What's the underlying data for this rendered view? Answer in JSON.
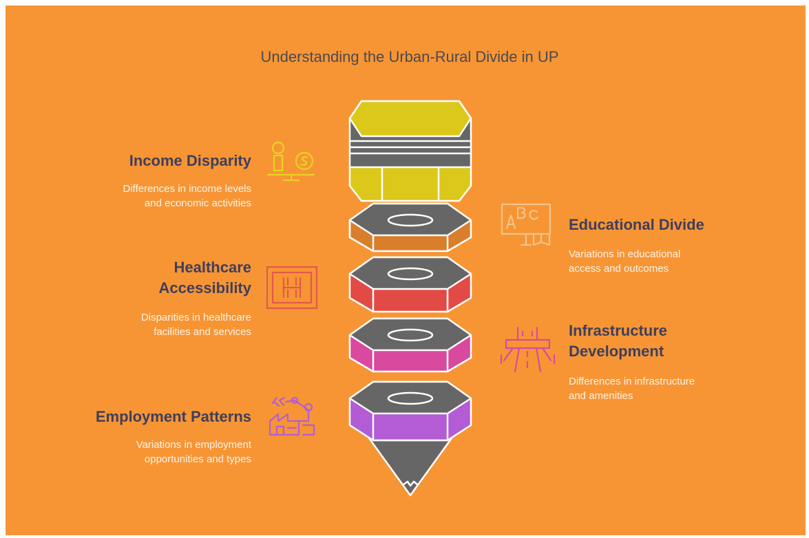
{
  "title": "Understanding the Urban-Rural Divide in UP",
  "colors": {
    "background": "#F79535",
    "heading": "#3F3E5C",
    "description": "#FFF3E6",
    "title": "#4A4A50",
    "segment_top": "#666666",
    "outline": "#FFFFFF"
  },
  "items": [
    {
      "id": "income",
      "heading": "Income Disparity",
      "lines": [
        "Differences in income levels",
        "and economic activities"
      ],
      "color": "#DCC81A",
      "icon": "balance-scale-money-icon"
    },
    {
      "id": "education",
      "heading": "Educational Divide",
      "lines": [
        "Variations in educational",
        "access and outcomes"
      ],
      "color": "#D97E2B",
      "icon": "abc-book-icon"
    },
    {
      "id": "healthcare",
      "heading_lines": [
        "Healthcare",
        "Accessibility"
      ],
      "lines": [
        "Disparities in healthcare",
        "facilities and services"
      ],
      "color": "#E24B45",
      "icon": "hospital-h-icon"
    },
    {
      "id": "infrastructure",
      "heading_lines": [
        "Infrastructure",
        "Development"
      ],
      "lines": [
        "Differences in infrastructure",
        "and amenities"
      ],
      "color": "#D9499E",
      "icon": "road-bridge-icon"
    },
    {
      "id": "employment",
      "heading": "Employment Patterns",
      "lines": [
        "Variations in employment",
        "opportunities and types"
      ],
      "color": "#B35CD6",
      "icon": "factory-robot-arm-icon"
    }
  ]
}
